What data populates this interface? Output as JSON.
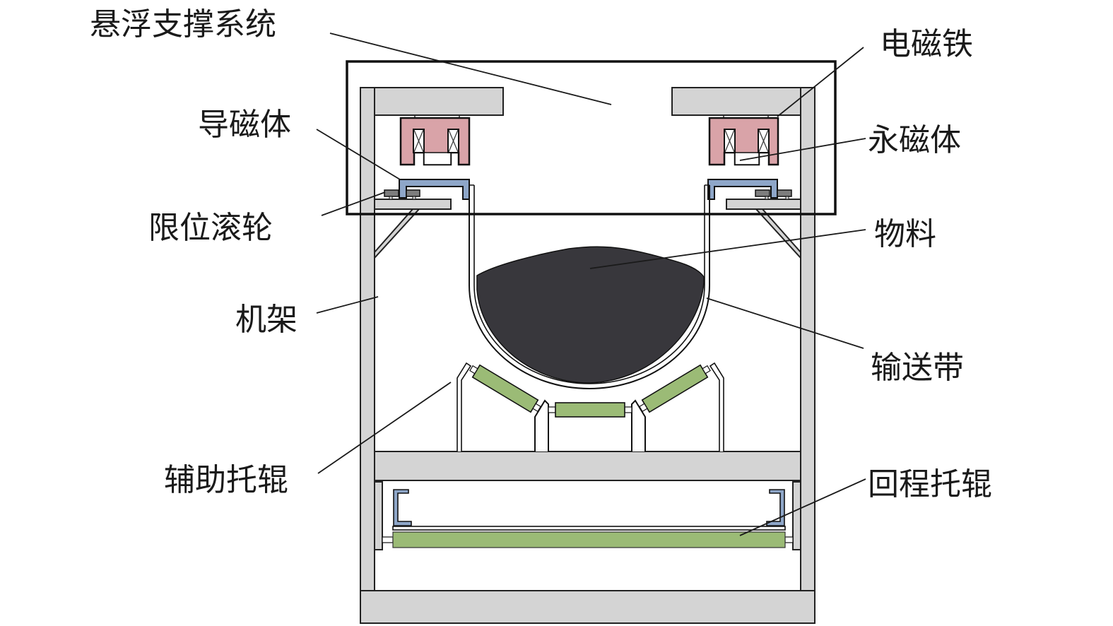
{
  "title": "Magnetic levitation belt conveyor cross-section",
  "labels": {
    "suspension_system": "悬浮支撑系统",
    "electromagnet": "电磁铁",
    "magnetic_conductor": "导磁体",
    "permanent_magnet": "永磁体",
    "limit_roller": "限位滚轮",
    "material": "物料",
    "frame": "机架",
    "conveyor_belt": "输送带",
    "auxiliary_idler": "辅助托辊",
    "return_idler": "回程托辊"
  },
  "colors": {
    "frame": "#d4d4d4",
    "electromagnet": "#d9a3a8",
    "magnetic_conductor": "#8ea6c8",
    "limit_roller": "#7d7d7d",
    "material": "#38373c",
    "idler": "#9bbb76",
    "outline": "#1a1a1a"
  }
}
